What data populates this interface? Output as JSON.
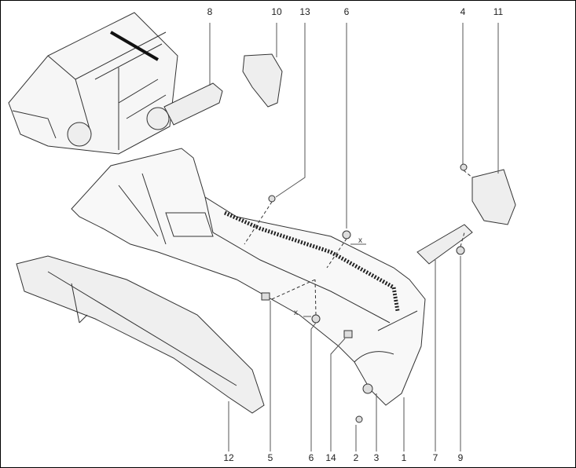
{
  "diagram": {
    "callouts_top": [
      "8",
      "10",
      "13",
      "6",
      "4",
      "11"
    ],
    "callouts_bottom": [
      "12",
      "5",
      "6",
      "14",
      "2",
      "3",
      "1",
      "7",
      "9"
    ],
    "dimension_marks": [
      "x",
      "x"
    ]
  }
}
